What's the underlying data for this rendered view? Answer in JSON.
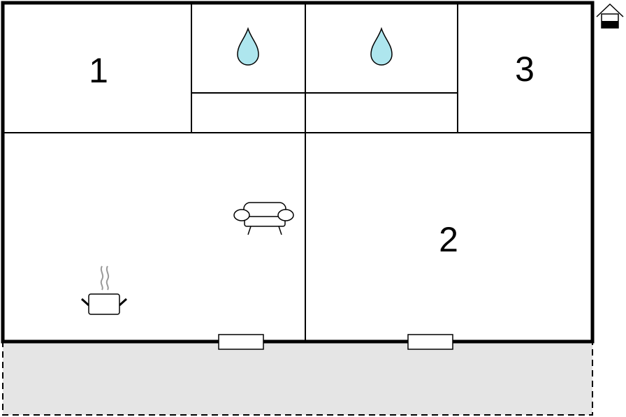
{
  "floor_plan": {
    "rooms": [
      {
        "id": "bedroom-1",
        "label": "1"
      },
      {
        "id": "bedroom-2",
        "label": "2"
      },
      {
        "id": "bedroom-3",
        "label": "3"
      }
    ],
    "icons": [
      "water-drop-icon",
      "water-drop-icon",
      "sofa-icon",
      "cooking-pot-icon",
      "floor-level-icon"
    ],
    "colors": {
      "wall": "#000000",
      "water_drop": "#aee6ee",
      "terrace": "#e5e5e5",
      "background": "#ffffff"
    }
  }
}
